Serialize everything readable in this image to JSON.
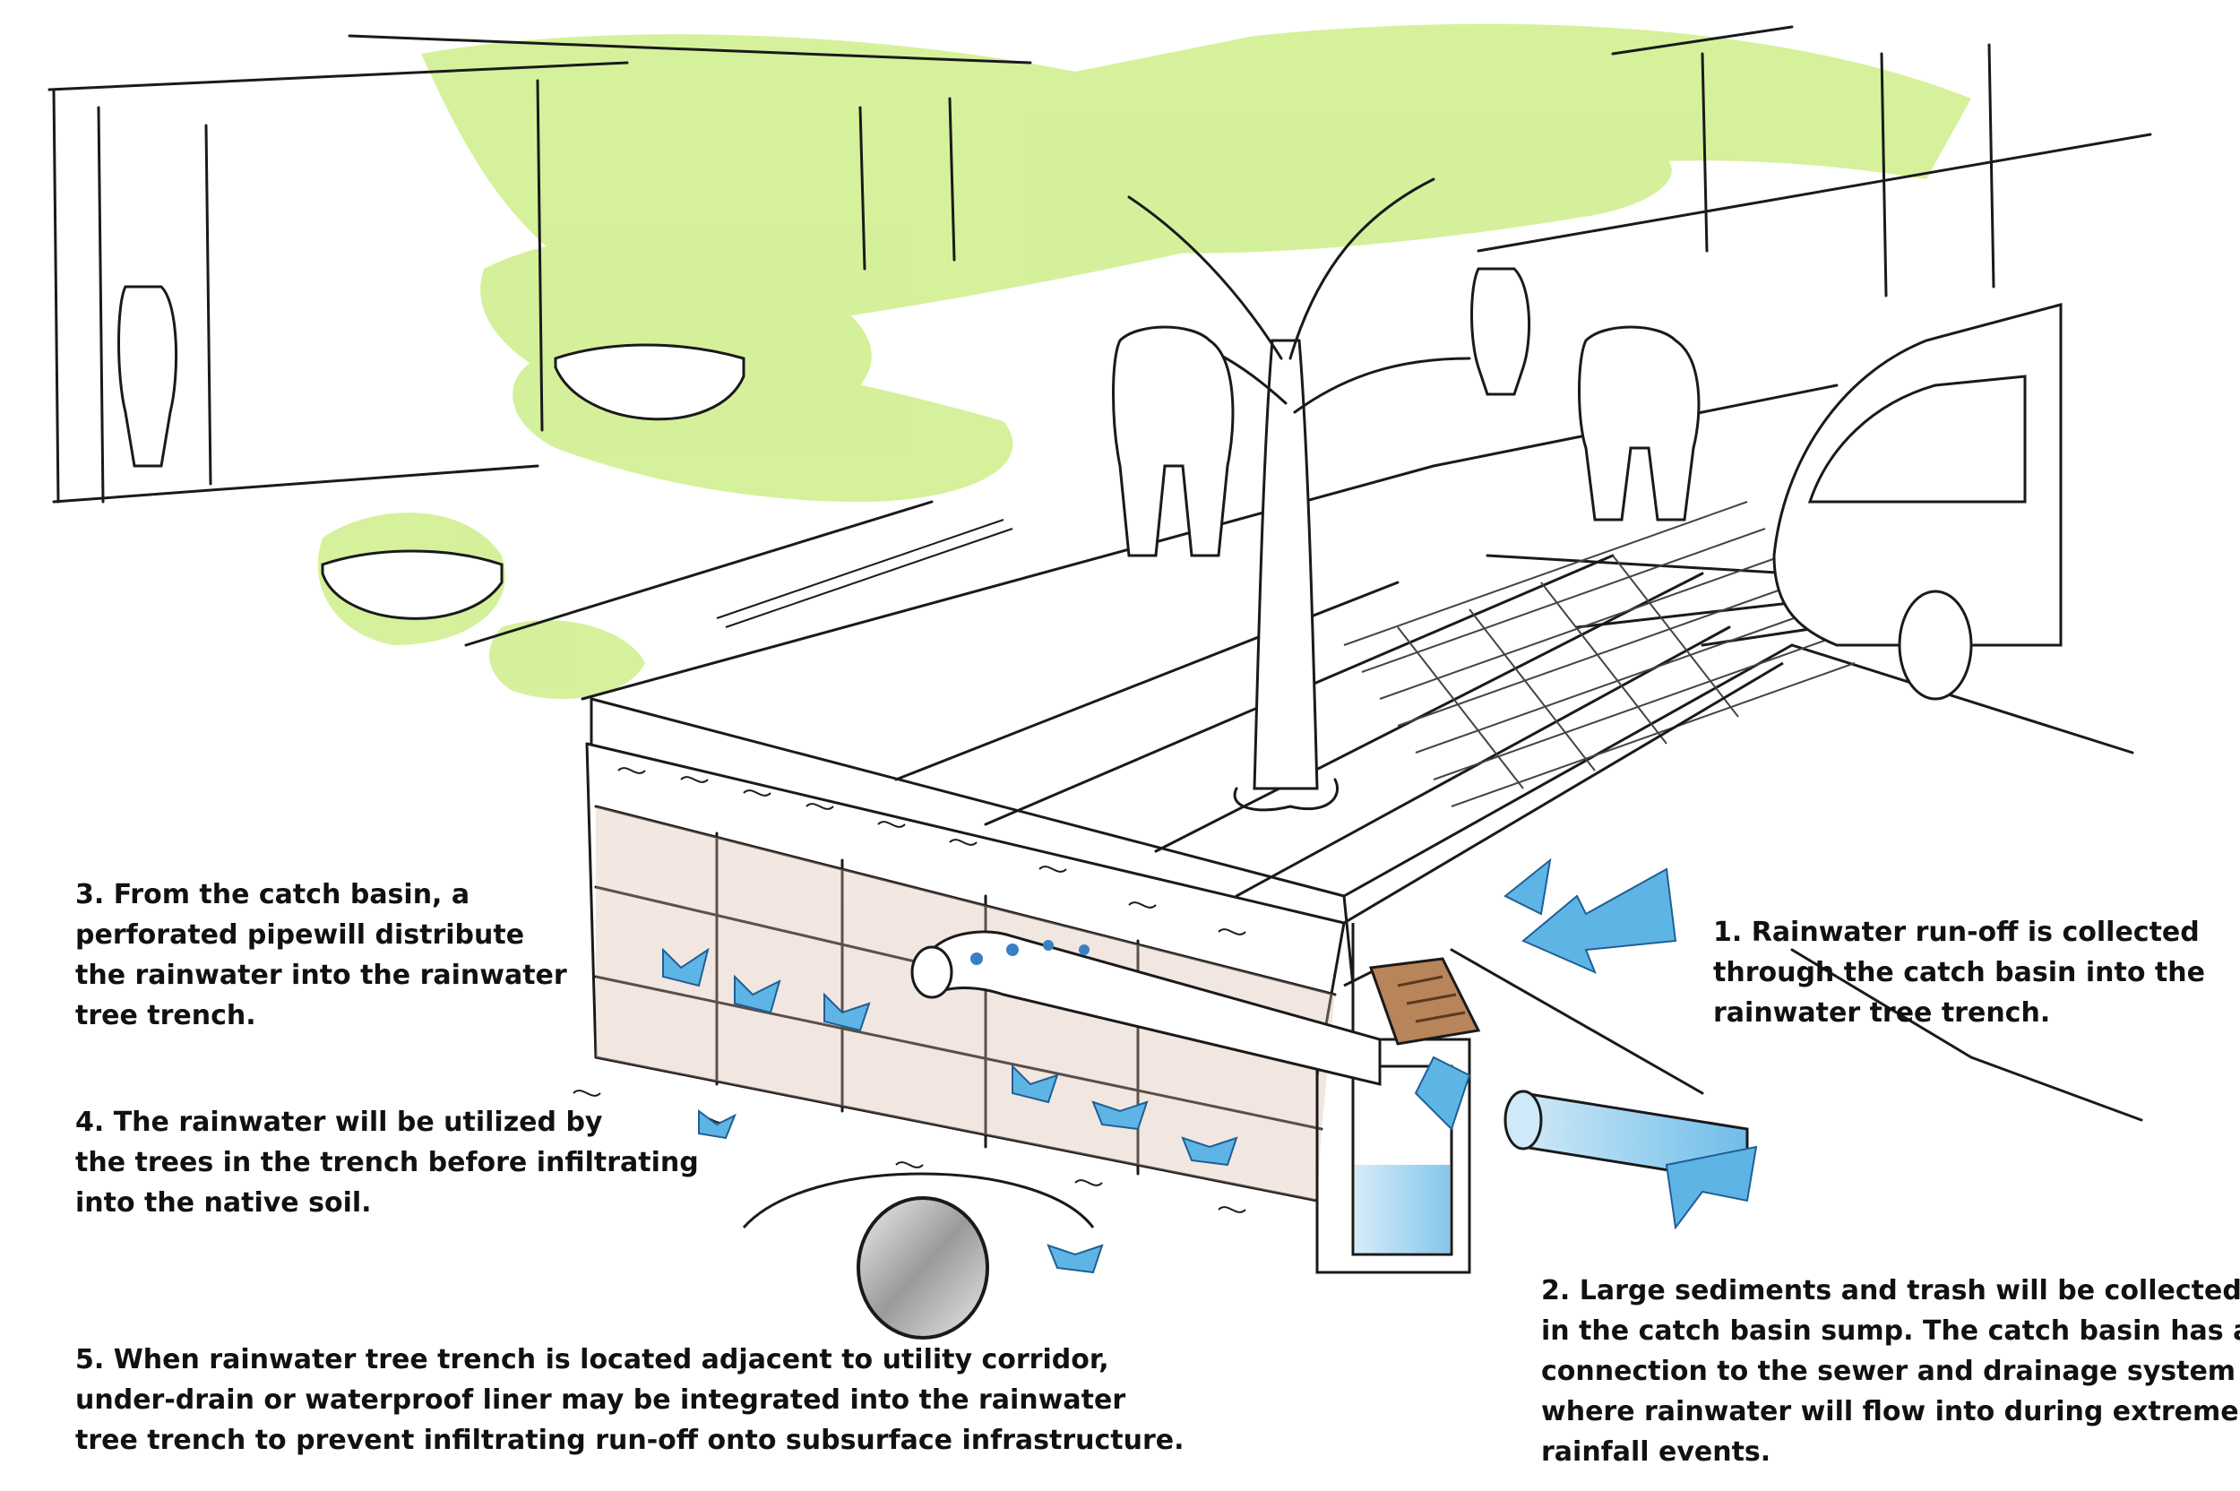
{
  "annotations": {
    "step1": {
      "lines": [
        "1.   Rainwater run-off is collected",
        "through the catch basin into the",
        "rainwater tree trench."
      ]
    },
    "step2": {
      "lines": [
        "2.   Large sediments and trash will be collected",
        "in the catch basin sump. The catch basin has a",
        "connection to the sewer and drainage system",
        "where rainwater will flow into during extreme",
        "rainfall events."
      ]
    },
    "step3": {
      "lines": [
        "3.   From the catch basin, a",
        "perforated pipewill distribute",
        "the rainwater into the rainwater",
        "tree trench."
      ]
    },
    "step4": {
      "lines": [
        "4.   The rainwater will be utilized by",
        "the trees in the trench before infiltrating",
        "into the native soil."
      ]
    },
    "step5": {
      "lines": [
        "5.   When rainwater tree trench is located adjacent to utility corridor,",
        "under-drain or waterproof liner may be integrated into the rainwater",
        "tree trench to prevent infiltrating run-off onto subsurface infrastructure."
      ]
    }
  },
  "colors": {
    "foliage": "#c8ec7a",
    "water": "#5fb4e6",
    "grate": "#b8845a",
    "soil": "#d9b9a8",
    "ink": "#1a1a1a"
  }
}
